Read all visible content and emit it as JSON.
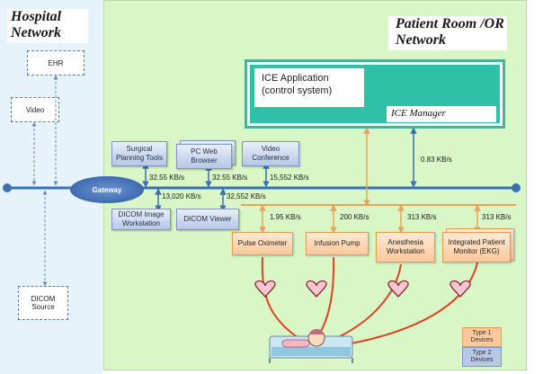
{
  "hospital_network": {
    "title": "Hospital Network",
    "ehr": "EHR",
    "video": "Video",
    "dicom_source": "DICOM Source"
  },
  "patient_room": {
    "title": "Patient Room /OR Network",
    "ice_application": "ICE Application (control system)",
    "ice_manager": "ICE Manager",
    "ice_manager_rate": "0.83 KB/s"
  },
  "gateway": "Gateway",
  "blue_devices": {
    "surgical": "Surgical Planning Tools",
    "pc_browser": "PC Web Browser",
    "video_conference": "Video Conference",
    "dicom_workstation": "DICOM Image Workstation",
    "dicom_viewer": "DICOM Viewer"
  },
  "rates": {
    "surgical": "32.55 KB/s",
    "pc_browser": "32.55 KB/s",
    "video_conference": "15,552 KB/s",
    "dicom_workstation": "13,020 KB/s",
    "dicom_viewer": "32,552 KB/s",
    "ice_app": "0.83 KB/s",
    "pulse_oximeter": "1.95 KB/s",
    "infusion_pump": "200 KB/s",
    "anesthesia": "313 KB/s",
    "patient_monitor": "313 KB/s"
  },
  "orange_devices": {
    "pulse_oximeter": "Pulse Oximeter",
    "infusion_pump": "Infusion Pump",
    "anesthesia": "Anesthesia Workstation",
    "patient_monitor": "Integrated Patient Monitor (EKG)"
  },
  "legend": {
    "type1": "Type 1 Devices",
    "type2": "Type 2 Devices"
  },
  "colors": {
    "hospital_bg": "#e6f3fb",
    "room_bg": "#d8f6c6",
    "bus": "#3c6fb4",
    "type1": "#ffc89a",
    "type2": "#b7c7e6",
    "ice": "#2fc0a8",
    "heart": "#f7c6d0",
    "cable": "#e0401e"
  }
}
